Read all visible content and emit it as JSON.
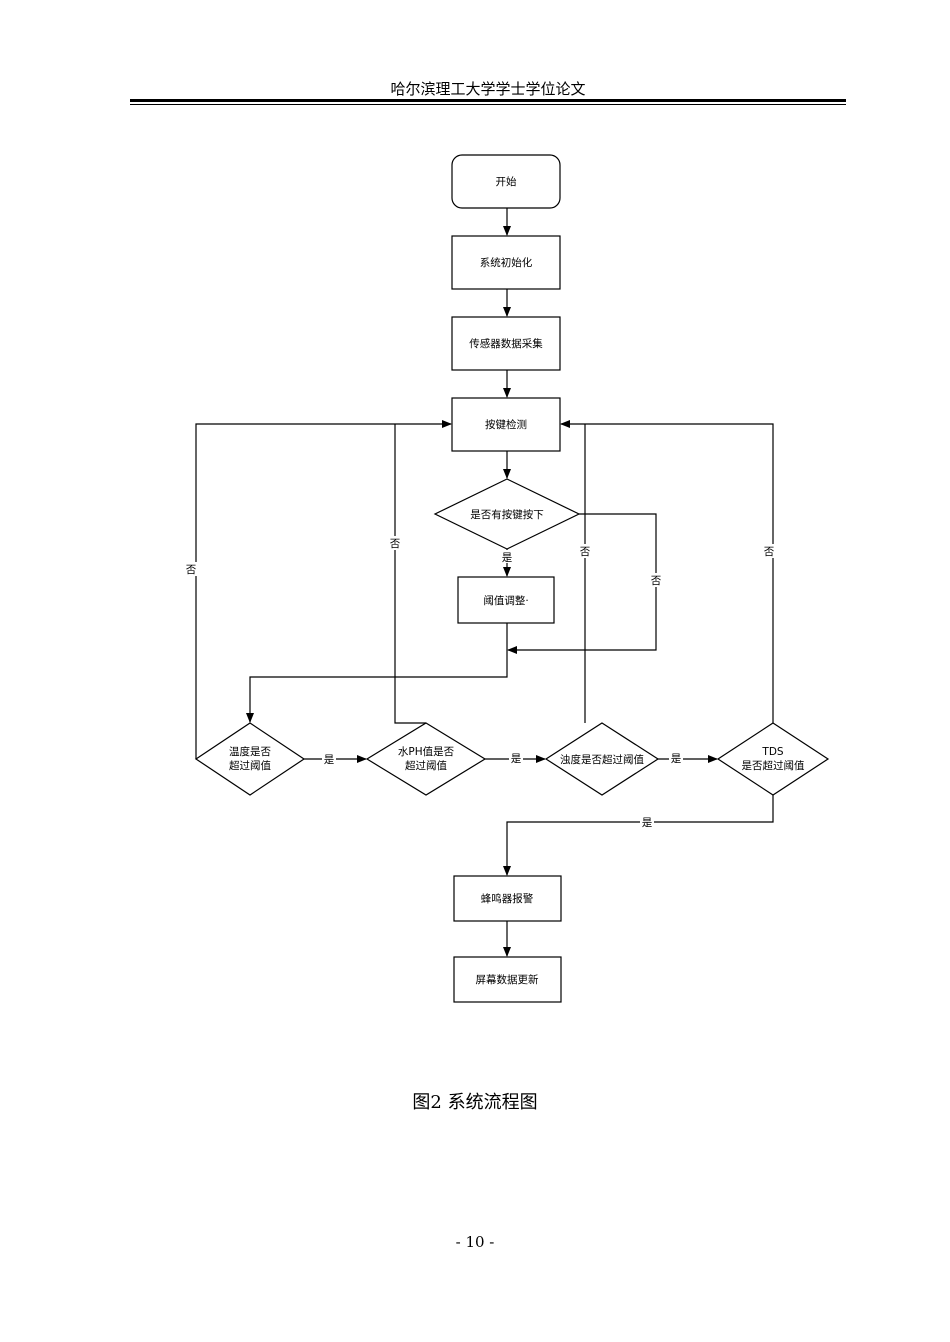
{
  "header": {
    "title": "哈尔滨理工大学学士学位论文"
  },
  "flowchart": {
    "start": "开始",
    "init": "系统初始化",
    "sensor": "传感器数据采集",
    "keyscan": "按键检测",
    "key_pressed": "是否有按键按下",
    "threshold_adjust": "阈值调整·",
    "temp_check": [
      "温度是否",
      "超过阈值"
    ],
    "ph_check": [
      "水PH值是否",
      "超过阈值"
    ],
    "turbidity_check": "浊度是否超过阈值",
    "tds_check": [
      "TDS",
      "是否超过阈值"
    ],
    "alarm": "蜂鸣器报警",
    "display": "屏幕数据更新",
    "yes": "是",
    "no": "否"
  },
  "caption": "图2  系统流程图",
  "page_number": "- 10 -"
}
